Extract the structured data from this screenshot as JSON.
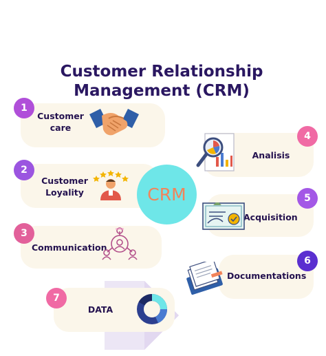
{
  "title": {
    "line1": "Customer Relationship",
    "line2": "Management (CRM)"
  },
  "center": {
    "label": "CRM",
    "color": "#6ee6e8",
    "text_color": "#f2845a"
  },
  "items": [
    {
      "number": "1",
      "label_line1": "Customer",
      "label_line2": "care",
      "badge_color": "#b04fd9",
      "icon": "handshake-icon"
    },
    {
      "number": "2",
      "label_line1": "Customer",
      "label_line2": "Loyality",
      "badge_color": "#9b55e0",
      "icon": "rated-person-icon"
    },
    {
      "number": "3",
      "label": "Communication",
      "badge_color": "#e2609a",
      "icon": "network-people-icon"
    },
    {
      "number": "4",
      "label": "Analisis",
      "badge_color": "#f06aa4",
      "icon": "magnifier-chart-icon"
    },
    {
      "number": "5",
      "label": "Acquisition",
      "badge_color": "#a358e6",
      "icon": "certificate-icon"
    },
    {
      "number": "6",
      "label": "Documentations",
      "badge_color": "#5a2fd0",
      "icon": "documents-icon"
    },
    {
      "number": "7",
      "label": "DATA",
      "badge_color": "#f06aa4",
      "icon": "donut-chart-icon"
    }
  ]
}
